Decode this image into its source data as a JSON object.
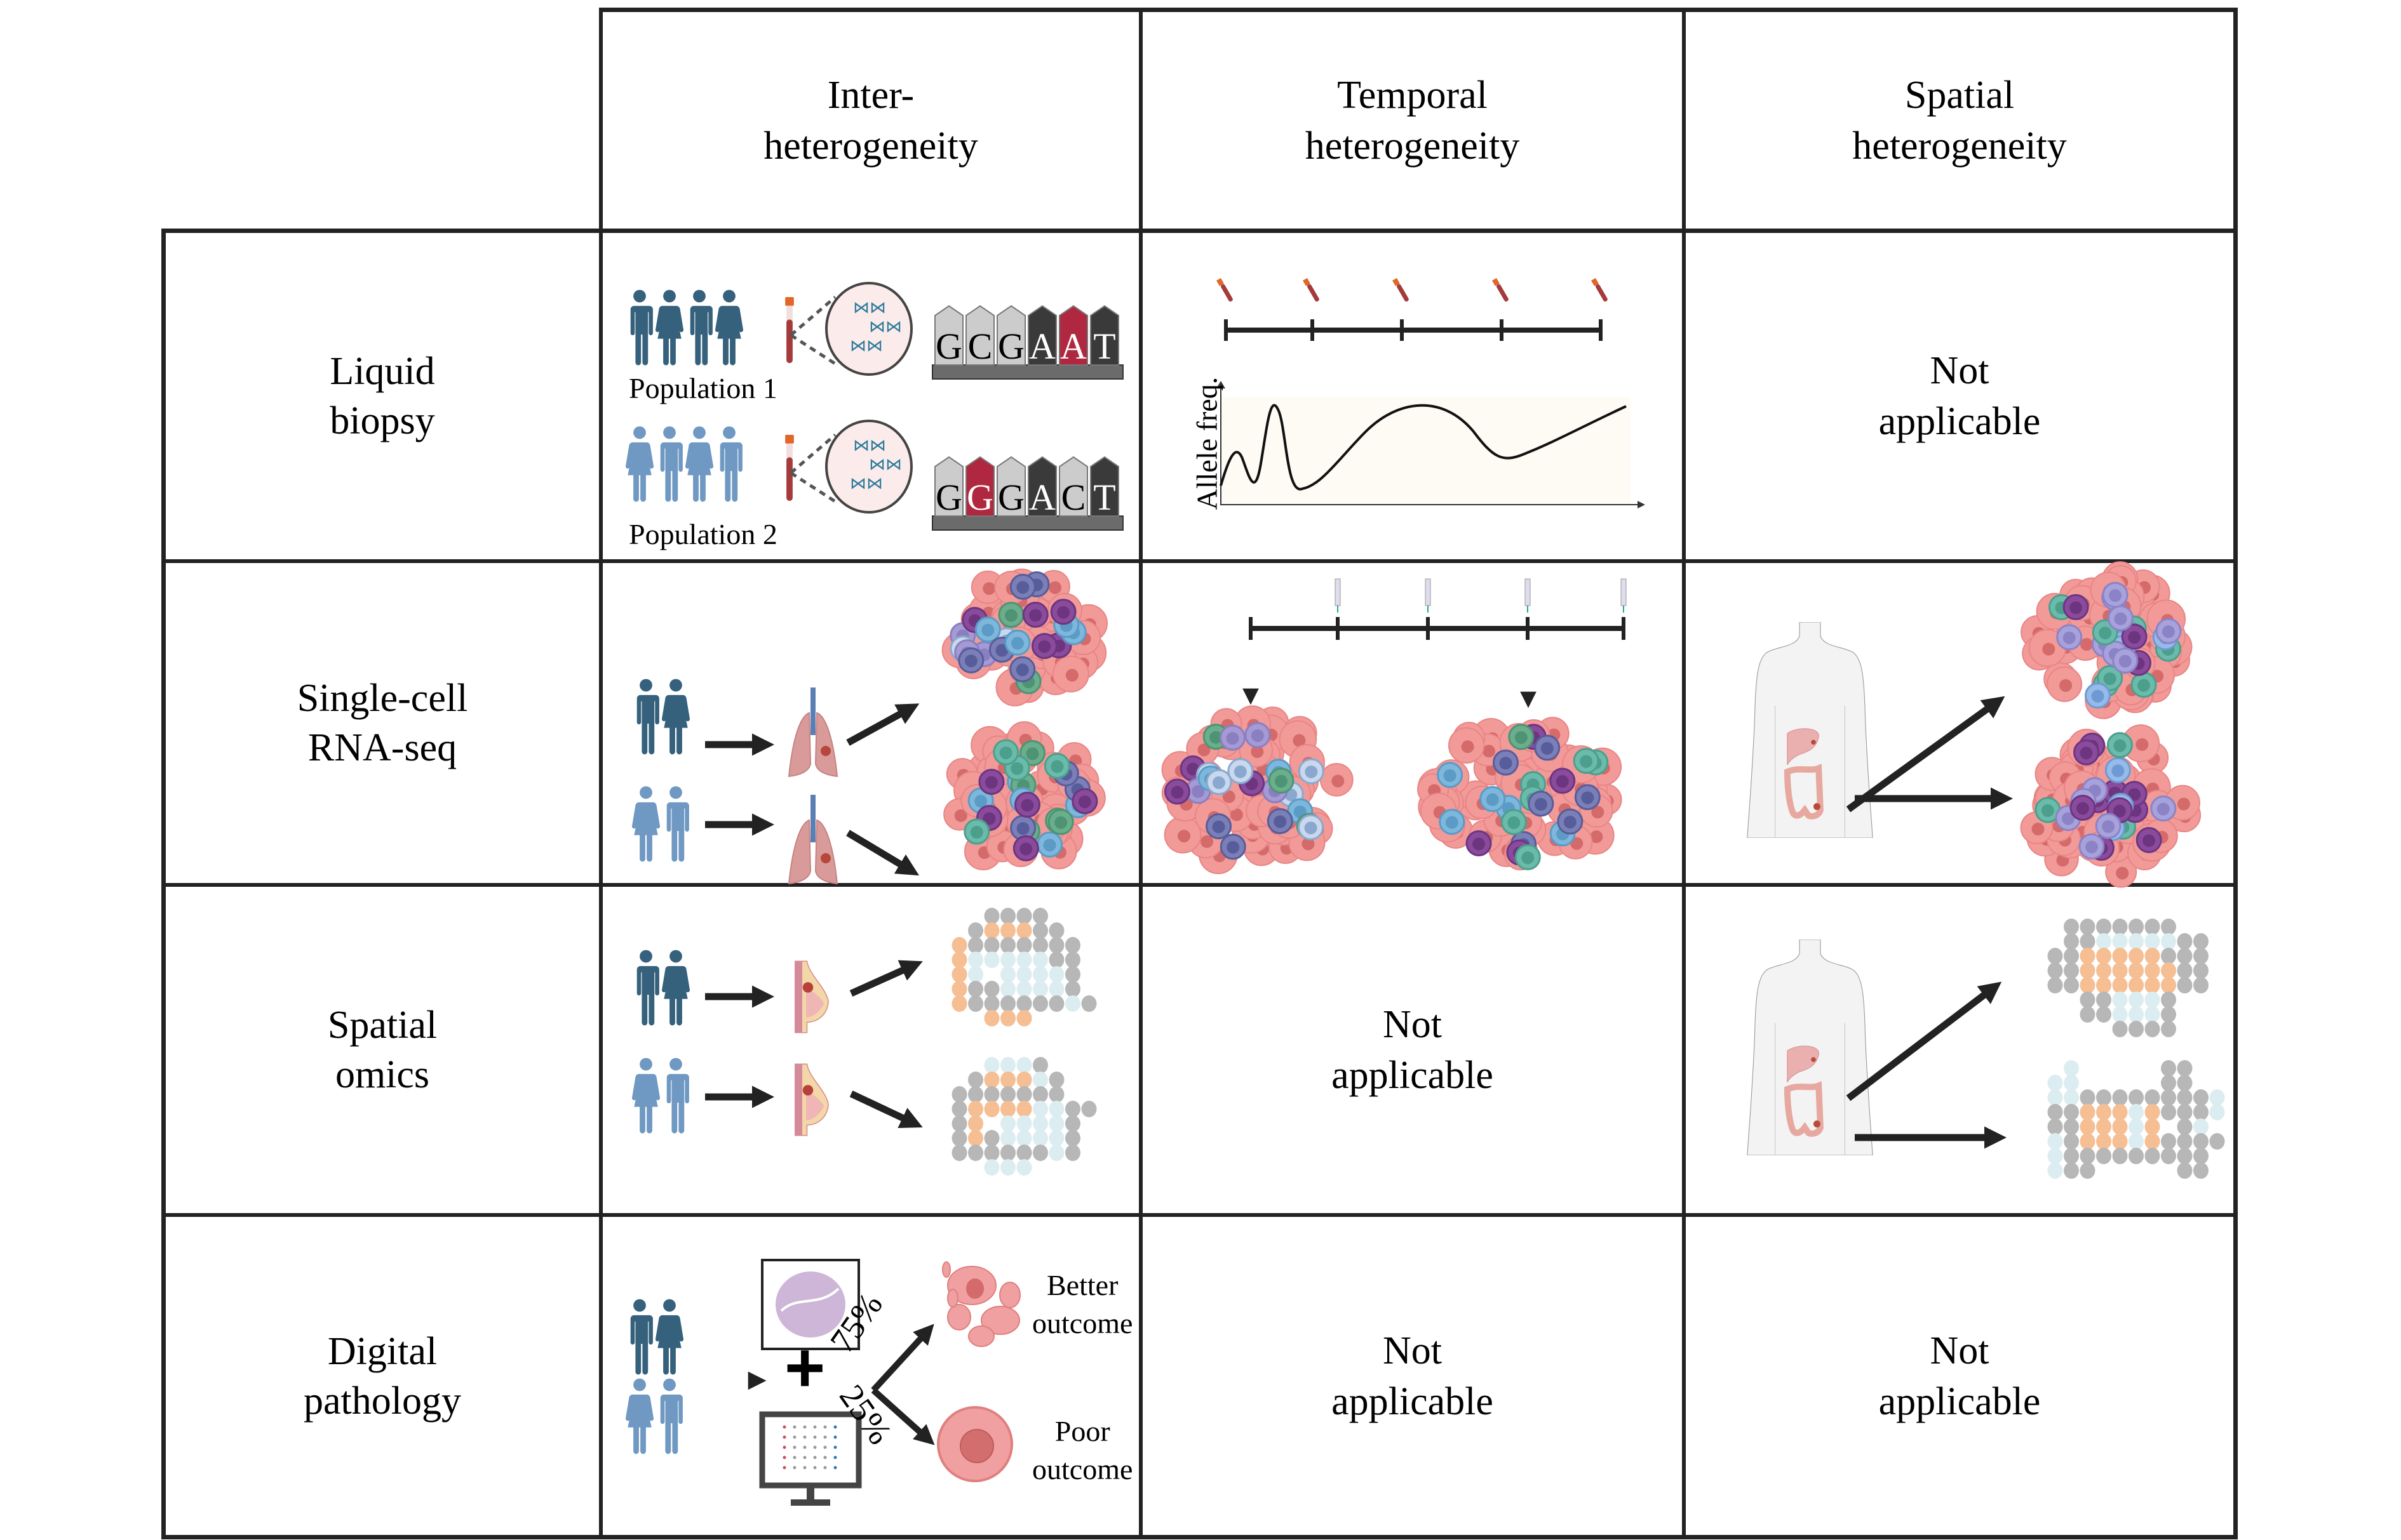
{
  "columns": [
    {
      "line1": "Inter-",
      "line2": "heterogeneity"
    },
    {
      "line1": "Temporal",
      "line2": "heterogeneity"
    },
    {
      "line1": "Spatial",
      "line2": "heterogeneity"
    }
  ],
  "rows": [
    {
      "line1": "Liquid",
      "line2": "biopsy"
    },
    {
      "line1": "Single-cell",
      "line2": "RNA-seq"
    },
    {
      "line1": "Spatial",
      "line2": "omics"
    },
    {
      "line1": "Digital",
      "line2": "pathology"
    }
  ],
  "not_applicable": {
    "line1": "Not",
    "line2": "applicable"
  },
  "liquid_biopsy": {
    "population1_label": "Population 1",
    "population2_label": "Population 2",
    "sequence1": [
      "G",
      "C",
      "G",
      "A",
      "A",
      "T"
    ],
    "sequence1_variant_index": 4,
    "sequence2": [
      "G",
      "G",
      "G",
      "A",
      "C",
      "T"
    ],
    "sequence2_variant_index": 1,
    "allele_axis_label": "Allele freq.",
    "timepoints": 5
  },
  "digital_pathology": {
    "better_pct": "75%",
    "poor_pct": "25%",
    "better_label1": "Better",
    "better_label2": "outcome",
    "poor_label1": "Poor",
    "poor_label2": "outcome",
    "plus": "+"
  },
  "colors": {
    "population1": "#36617c",
    "population2": "#6f98c3",
    "variant_red": "#b0283f",
    "base_light": "#cccccc",
    "base_dark": "#3a3a3a",
    "spot_gray": "#b7b7b7",
    "spot_orange": "#f5be93",
    "spot_blue": "#dcedf1",
    "tumor_pink": "#f0a0a0",
    "line": "#222222"
  }
}
